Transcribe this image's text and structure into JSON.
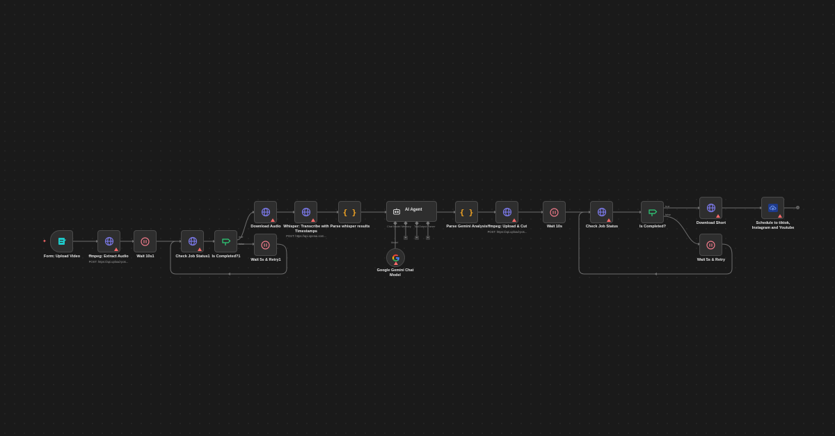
{
  "colors": {
    "background": "#1a1a1a",
    "node_fill": "#2e2e2e",
    "node_border": "#4a4a4a",
    "edge": "#6e6e6e",
    "http_icon": "#7b79e8",
    "wait_icon": "#ef7a8a",
    "if_icon": "#2fd17a",
    "code_icon": "#f5a623",
    "trigger_icon": "#1fc9c9",
    "warning": "#ff6b6b",
    "schedule_icon": "#4a7dff"
  },
  "nodes": {
    "form": {
      "label": "Form: Upload Video",
      "icon": "form-icon"
    },
    "extract": {
      "label": "ffmpeg: Extract Audio",
      "sub": "POST: https://api.upload-pos...",
      "icon": "globe-icon"
    },
    "wait1": {
      "label": "Wait 10s1",
      "icon": "pause-icon"
    },
    "check1": {
      "label": "Check Job Status1",
      "icon": "globe-icon"
    },
    "iscomp1": {
      "label": "Is Completed?1",
      "icon": "signpost-icon",
      "true_label": "true",
      "false_label": "false"
    },
    "download_audio": {
      "label": "Download Audio",
      "icon": "globe-icon"
    },
    "retry1": {
      "label": "Wait 5s & Retry1",
      "icon": "pause-icon"
    },
    "whisper": {
      "label": "Whisper: Transcribe with Timestamps",
      "sub": "POST: https://api.openai.com...",
      "icon": "globe-icon"
    },
    "parse_whisper": {
      "label": "Parse whisper results",
      "icon": "braces-icon"
    },
    "agent": {
      "label": "AI Agent",
      "icon": "robot-icon",
      "ports": [
        "Chat Model",
        "Memory",
        "Tool",
        "Output Parser"
      ]
    },
    "gemini": {
      "label": "Google Gemini Chat Model",
      "icon": "google-icon",
      "port_label": "Model"
    },
    "parse_gemini": {
      "label": "Parse Gemini Analysis",
      "icon": "braces-icon"
    },
    "upload_cut": {
      "label": "ffmpeg: Upload & Cut",
      "sub": "POST: https://api.upload-pos...",
      "icon": "globe-icon"
    },
    "wait2": {
      "label": "Wait 10s",
      "icon": "pause-icon"
    },
    "check2": {
      "label": "Check Job Status",
      "icon": "globe-icon"
    },
    "iscomp2": {
      "label": "Is Completed?",
      "icon": "signpost-icon",
      "true_label": "true",
      "false_label": "false"
    },
    "download_short": {
      "label": "Download Short",
      "icon": "globe-icon"
    },
    "retry2": {
      "label": "Wait 5s & Retry",
      "icon": "pause-icon"
    },
    "schedule": {
      "label": "Schedule to tiktok, Instagram and Youtube",
      "icon": "cloud-upload-icon"
    }
  }
}
